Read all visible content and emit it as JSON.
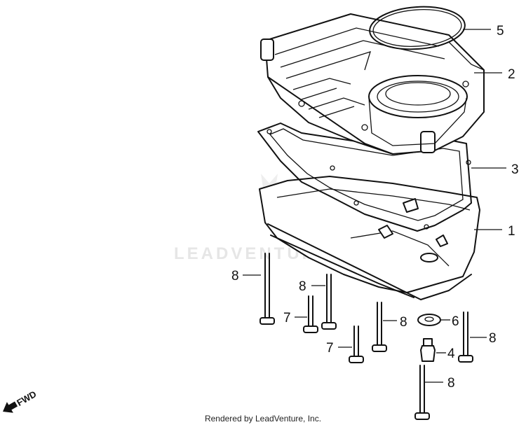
{
  "watermark": {
    "text": "LEADVENTURE"
  },
  "fwd_indicator": {
    "label": "FWD"
  },
  "credit": {
    "text": "Rendered by LeadVenture, Inc."
  },
  "callouts": [
    {
      "id": "c5",
      "label": "5"
    },
    {
      "id": "c2",
      "label": "2"
    },
    {
      "id": "c3",
      "label": "3"
    },
    {
      "id": "c1",
      "label": "1"
    },
    {
      "id": "c8a",
      "label": "8"
    },
    {
      "id": "c8b",
      "label": "8"
    },
    {
      "id": "c7a",
      "label": "7"
    },
    {
      "id": "c8c",
      "label": "8"
    },
    {
      "id": "c6",
      "label": "6"
    },
    {
      "id": "c7b",
      "label": "7"
    },
    {
      "id": "c4",
      "label": "4"
    },
    {
      "id": "c8d",
      "label": "8"
    },
    {
      "id": "c8e",
      "label": "8"
    }
  ]
}
